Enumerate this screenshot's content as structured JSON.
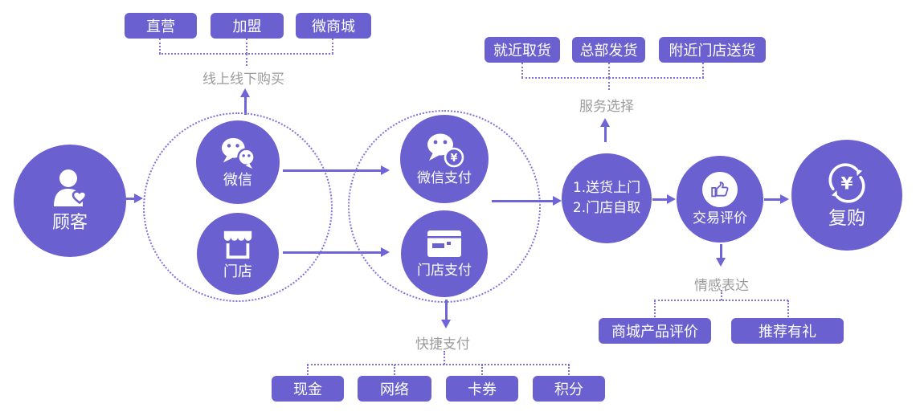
{
  "colors": {
    "node": "#6a60d0",
    "line": "#7d73dc",
    "arrow": "#6f64d8",
    "caption": "#9b9b9b"
  },
  "customer": {
    "label": "顾客"
  },
  "purchase": {
    "caption": "线上线下购买",
    "boxes": [
      "直营",
      "加盟",
      "微商城"
    ]
  },
  "channels": {
    "wechat": "微信",
    "store": "门店"
  },
  "payments": {
    "wechat_pay": "微信支付",
    "store_pay": "门店支付"
  },
  "quick_pay": {
    "caption": "快捷支付",
    "boxes": [
      "现金",
      "网络",
      "卡券",
      "积分"
    ]
  },
  "service": {
    "caption": "服务选择",
    "boxes": [
      "就近取货",
      "总部发货",
      "附近门店送货"
    ]
  },
  "delivery": {
    "line1": "1.送货上门",
    "line2": "2.门店自取"
  },
  "review": {
    "label": "交易评价"
  },
  "emotion": {
    "caption": "情感表达",
    "boxes": [
      "商城产品评价",
      "推荐有礼"
    ]
  },
  "repurchase": {
    "label": "复购"
  },
  "icons": {
    "yen": "¥"
  }
}
